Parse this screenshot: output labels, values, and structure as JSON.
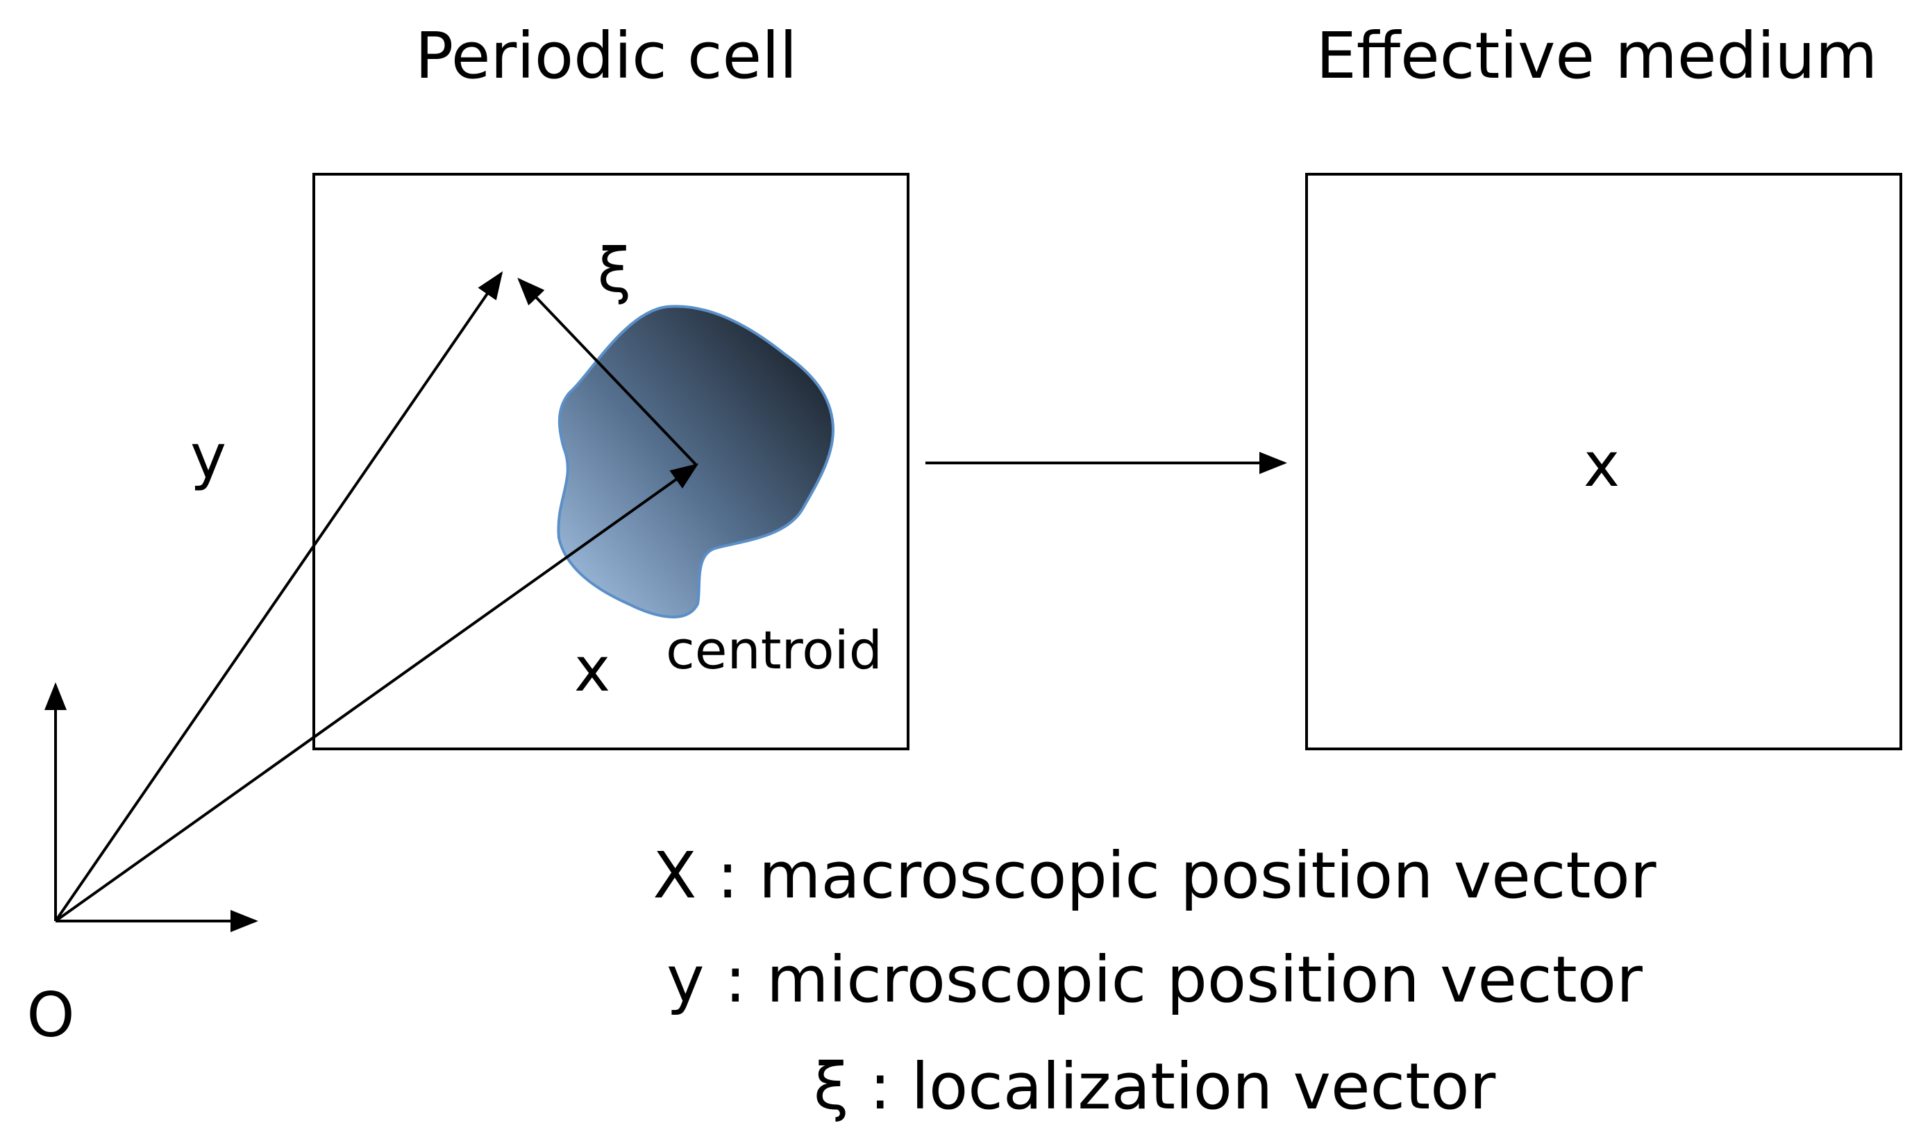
{
  "titles": {
    "left": "Periodic cell",
    "right": "Effective medium"
  },
  "labels": {
    "y_vector": "y",
    "xi_vector": "ξ",
    "x_vector": "x",
    "centroid": "centroid",
    "origin": "O",
    "effective_x": "x"
  },
  "legend": [
    "X : macroscopic position vector",
    "y : microscopic position vector",
    "ξ : localization vector"
  ],
  "colors": {
    "line": "#000000",
    "inclusion_light": "#a9c6e8",
    "inclusion_dark": "#0f1318",
    "inclusion_outline": "#5b8fc7"
  }
}
